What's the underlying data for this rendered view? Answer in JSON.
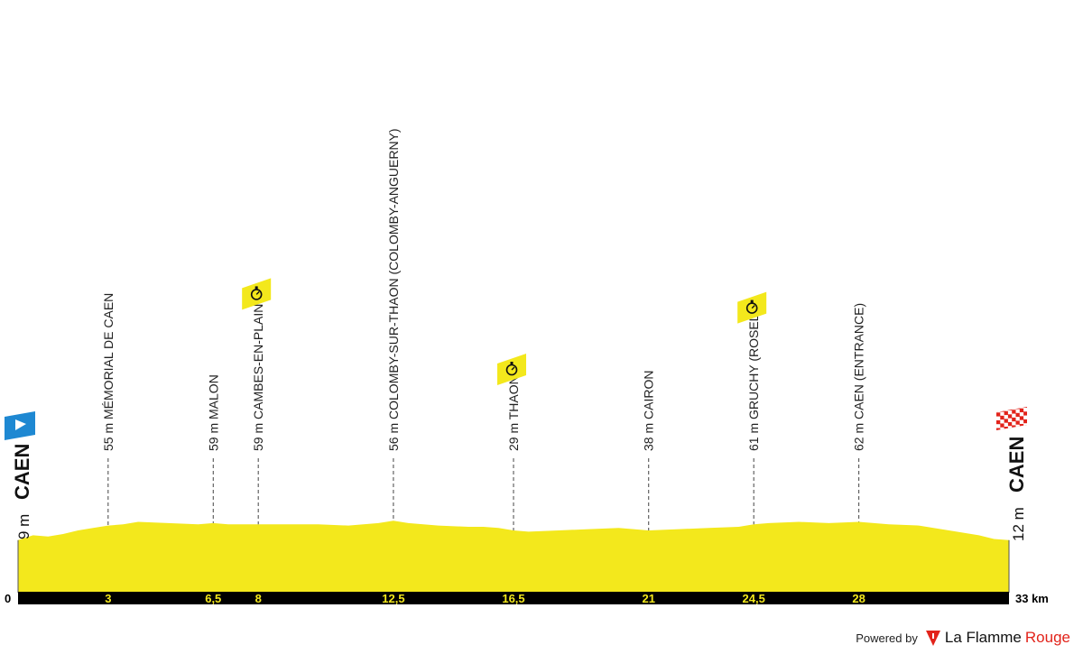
{
  "chart_data": {
    "type": "area",
    "xlim": [
      0,
      33
    ],
    "start": {
      "altitude_label": "9 m",
      "name": "CAEN"
    },
    "finish": {
      "altitude_label": "12 m",
      "name": "CAEN"
    },
    "x_axis": {
      "ticks": [
        {
          "km": 0,
          "label": "0"
        },
        {
          "km": 3,
          "label": "3"
        },
        {
          "km": 6.5,
          "label": "6,5"
        },
        {
          "km": 8,
          "label": "8"
        },
        {
          "km": 12.5,
          "label": "12,5"
        },
        {
          "km": 16.5,
          "label": "16,5"
        },
        {
          "km": 21,
          "label": "21"
        },
        {
          "km": 24.5,
          "label": "24,5"
        },
        {
          "km": 28,
          "label": "28"
        },
        {
          "km": 33,
          "label": "33 km"
        }
      ]
    },
    "waypoints": [
      {
        "km": 3,
        "label": "55 m MÉMORIAL DE CAEN",
        "timecheck": false
      },
      {
        "km": 6.5,
        "label": "59 m MALON",
        "timecheck": false
      },
      {
        "km": 8,
        "label": "59 m CAMBES-EN-PLAINE",
        "timecheck": true
      },
      {
        "km": 12.5,
        "label": "56 m COLOMBY-SUR-THAON (COLOMBY-ANGUERNY)",
        "timecheck": false
      },
      {
        "km": 16.5,
        "label": "29 m THAON",
        "timecheck": true
      },
      {
        "km": 21,
        "label": "38 m CAIRON",
        "timecheck": false
      },
      {
        "km": 24.5,
        "label": "61 m GRUCHY (ROSEL)",
        "timecheck": true
      },
      {
        "km": 28,
        "label": "62 m CAEN (ENTRANCE)",
        "timecheck": false
      }
    ],
    "profile": {
      "x": [
        0,
        0.5,
        1,
        1.5,
        2,
        2.5,
        3,
        3.5,
        4,
        5,
        6,
        6.5,
        7,
        8,
        9,
        10,
        11,
        12,
        12.5,
        13,
        14,
        15,
        15.5,
        16,
        16.5,
        17,
        18,
        19,
        20,
        21,
        22,
        23,
        24,
        24.5,
        25,
        26,
        27,
        28,
        29,
        30,
        31,
        32,
        32.5,
        33
      ],
      "y": [
        12,
        16,
        15,
        17,
        20,
        22,
        24,
        25,
        27,
        26,
        25,
        26,
        25,
        25,
        25,
        25,
        24,
        26,
        28,
        26,
        24,
        23,
        23,
        22,
        20,
        19,
        20,
        21,
        22,
        20,
        21,
        22,
        23,
        25,
        26,
        27,
        26,
        27,
        25,
        24,
        20,
        16,
        13,
        12
      ]
    },
    "colors": {
      "area": "#f3e81c",
      "axis": "#000000",
      "tick": "#f3e81c",
      "start_flag": "#1e88d2",
      "finish_flag": "#e2231a"
    }
  },
  "footer": {
    "powered_by": "Powered by",
    "brand_part1": "La Flamme",
    "brand_part2": "Rouge"
  }
}
